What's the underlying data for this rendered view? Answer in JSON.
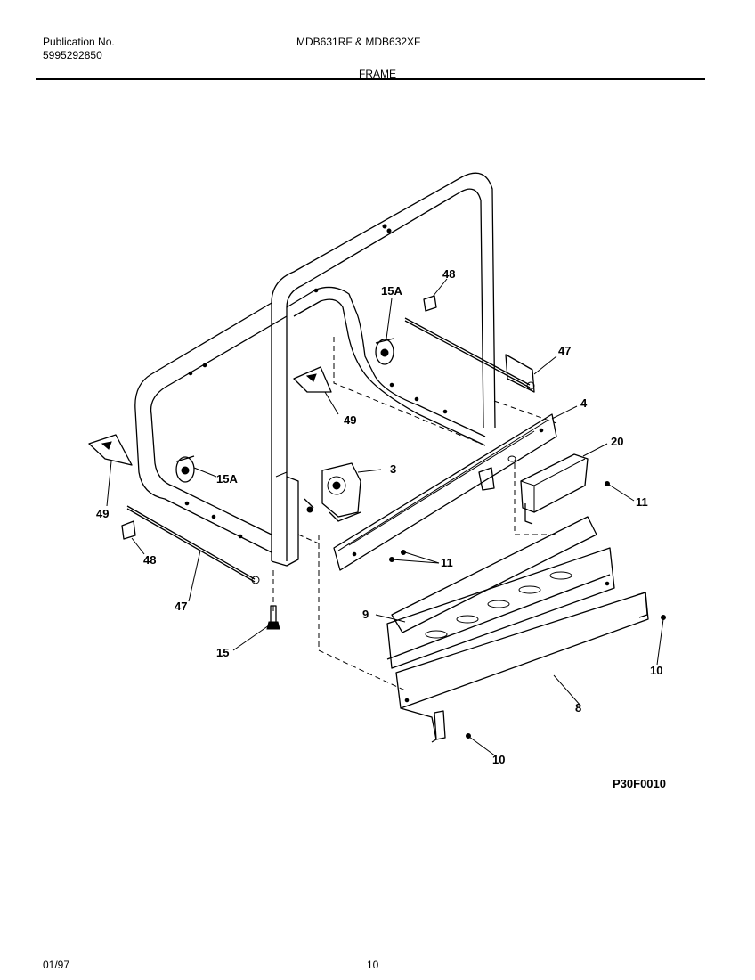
{
  "header": {
    "publication_label": "Publication No.",
    "publication_number": "5995292850",
    "models": "MDB631RF & MDB632XF",
    "section_title": "FRAME"
  },
  "callouts": {
    "c48_top": "48",
    "c15a_top": "15A",
    "c47_right": "47",
    "c4": "4",
    "c49_mid": "49",
    "c20": "20",
    "c3": "3",
    "c15a_left": "15A",
    "c11_right": "11",
    "c49_left": "49",
    "c48_left": "48",
    "c11_mid": "11",
    "c47_left": "47",
    "c9": "9",
    "c15": "15",
    "c10_right": "10",
    "c8": "8",
    "c10_bottom": "10"
  },
  "drawing_code": "P30F0010",
  "footer": {
    "date": "01/97",
    "page": "10"
  }
}
